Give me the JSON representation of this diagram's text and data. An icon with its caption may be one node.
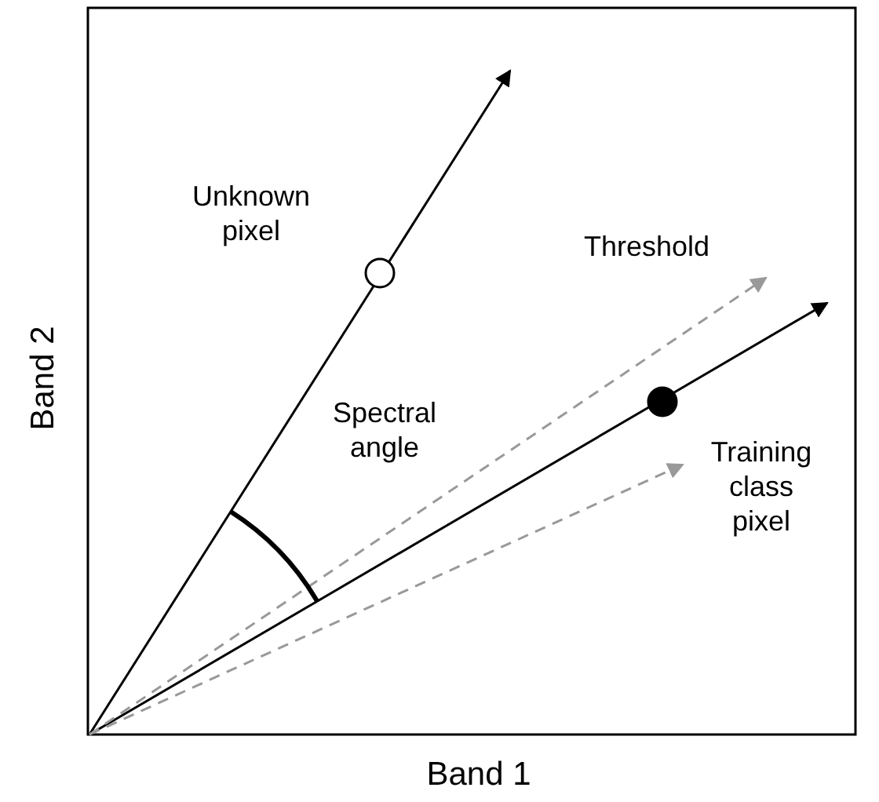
{
  "diagram": {
    "nodes": [
      {
        "text": [],
        "shape": "circle",
        "beside": [
          "Unknown pixel"
        ]
      },
      {
        "text": [],
        "shape": "circle",
        "beside": [
          "Training class pixel"
        ]
      }
    ],
    "labels": [
      "Threshold",
      "Spectral angle",
      "Band 2",
      "Band 1"
    ]
  }
}
